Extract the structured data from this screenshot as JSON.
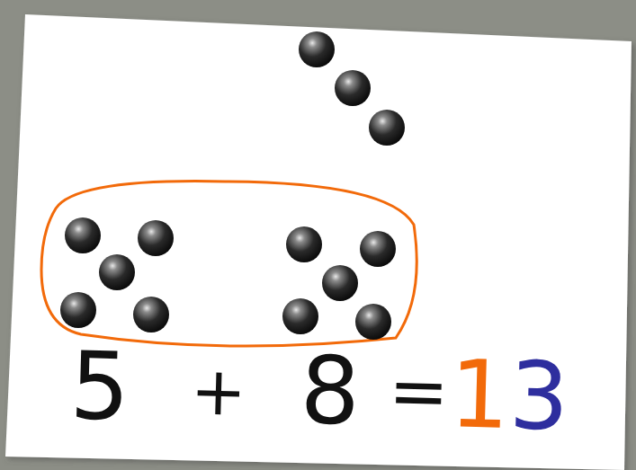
{
  "diagram": {
    "labels": [
      "5",
      "+",
      "8",
      "=",
      "13"
    ]
  }
}
